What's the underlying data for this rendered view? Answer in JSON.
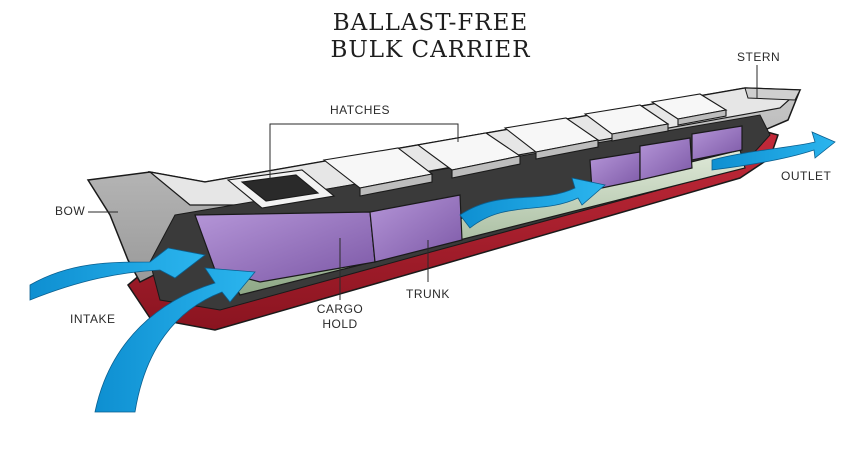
{
  "title": {
    "line1": "BALLAST-FREE",
    "line2": "BULK CARRIER"
  },
  "labels": {
    "stern": "STERN",
    "hatches": "HATCHES",
    "bow": "BOW",
    "outlet": "OUTLET",
    "intake": "INTAKE",
    "trunk": "TRUNK",
    "cargo_hold_1": "CARGO",
    "cargo_hold_2": "HOLD"
  },
  "colors": {
    "hull_red": "#b01f2e",
    "deck_grey": "#d9d9d9",
    "hold_purple": "#9a77c0",
    "trunk_green": "#b9ccb0",
    "water_blue": "#1aa3e0",
    "outline": "#1a1a1a"
  }
}
